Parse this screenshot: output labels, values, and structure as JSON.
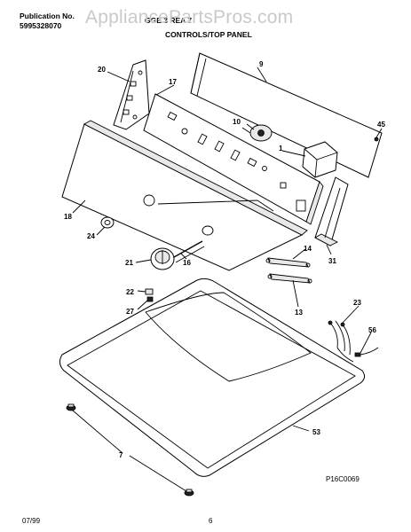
{
  "header": {
    "publication_label": "Publication No.",
    "publication_number": "5995328070",
    "model_code": "GGE 3 REA 7",
    "section_title": "CONTROLS/TOP PANEL"
  },
  "watermark": "AppliancePartsPros.com",
  "callouts": {
    "p1": "1",
    "p7": "7",
    "p9": "9",
    "p10": "10",
    "p13": "13",
    "p14": "14",
    "p16": "16",
    "p17": "17",
    "p18": "18",
    "p20": "20",
    "p21": "21",
    "p22": "22",
    "p23": "23",
    "p24": "24",
    "p27": "27",
    "p31": "31",
    "p45": "45",
    "p53": "53",
    "p56": "56"
  },
  "figure_code": "P16C0069",
  "footer": {
    "date": "07/99",
    "page": "6"
  }
}
